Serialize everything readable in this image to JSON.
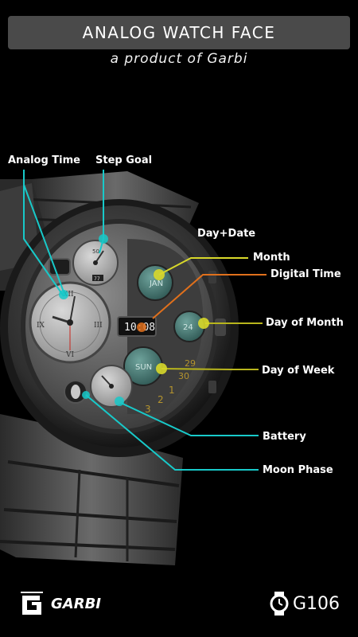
{
  "header": {
    "title": "ANALOG WATCH FACE",
    "subtitle": "a product of Garbi"
  },
  "watch": {
    "subdial_top_number": "77",
    "subdial_top_number2": "50",
    "digital_time": "10:08",
    "month": "JAN",
    "day_of_month": "24",
    "day_of_week": "SUN",
    "numerals": [
      "XII",
      "IX",
      "VI",
      "III"
    ],
    "date_track": [
      "1",
      "2",
      "3",
      "29",
      "30"
    ]
  },
  "callouts": {
    "analog_time": "Analog Time",
    "step_goal": "Step Goal",
    "day_date": "Day+Date",
    "month": "Month",
    "digital_time": "Digital Time",
    "day_of_month": "Day of Month",
    "day_of_week": "Day of Week",
    "battery": "Battery",
    "moon_phase": "Moon Phase"
  },
  "footer": {
    "brand": "GARBI",
    "model": "G106"
  },
  "colors": {
    "cyan": "#18c9c9",
    "yellow": "#d8d82a",
    "orange": "#e0701c",
    "olive": "#b8b51c",
    "background": "#000000",
    "title_bar": "#4a4a4a"
  }
}
